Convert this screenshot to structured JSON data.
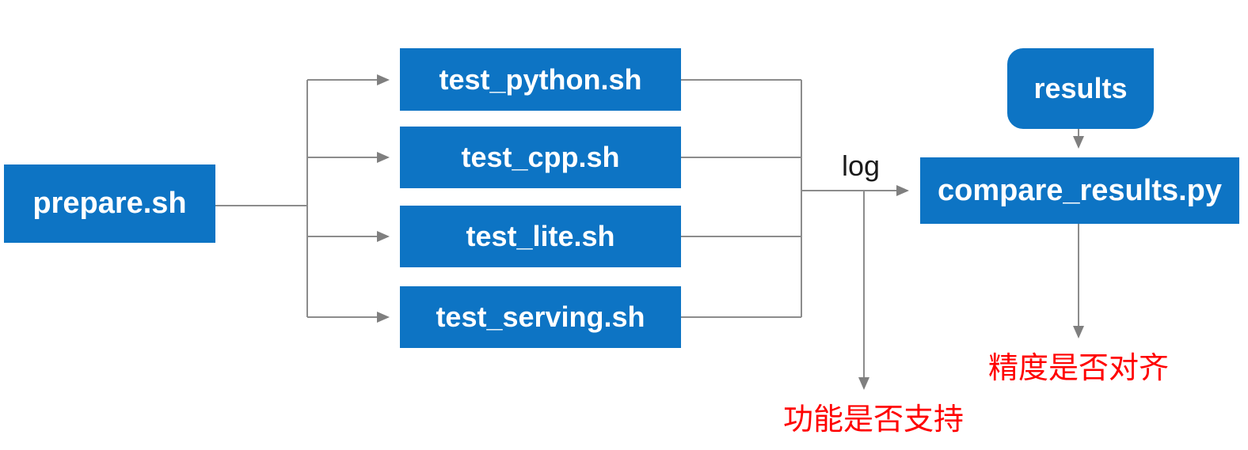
{
  "diagram": {
    "title": "test pipeline flowchart",
    "nodes": {
      "prepare": {
        "label": "prepare.sh",
        "shape": "rectangle"
      },
      "test_python": {
        "label": "test_python.sh",
        "shape": "rectangle"
      },
      "test_cpp": {
        "label": "test_cpp.sh",
        "shape": "rectangle"
      },
      "test_lite": {
        "label": "test_lite.sh",
        "shape": "rectangle"
      },
      "test_serving": {
        "label": "test_serving.sh",
        "shape": "rectangle"
      },
      "results": {
        "label": "results",
        "shape": "rounded-rectangle-square-top-right"
      },
      "compare_results": {
        "label": "compare_results.py",
        "shape": "rectangle"
      }
    },
    "labels": {
      "log": "log",
      "function_supported": "功能是否支持",
      "precision_aligned": "精度是否对齐"
    },
    "edges": [
      {
        "from": "prepare.sh",
        "to": "test_python.sh"
      },
      {
        "from": "prepare.sh",
        "to": "test_cpp.sh"
      },
      {
        "from": "prepare.sh",
        "to": "test_lite.sh"
      },
      {
        "from": "prepare.sh",
        "to": "test_serving.sh"
      },
      {
        "from": [
          "test_python.sh",
          "test_cpp.sh",
          "test_lite.sh",
          "test_serving.sh"
        ],
        "to": "compare_results.py",
        "label": "log"
      },
      {
        "from": "log",
        "to": "功能是否支持"
      },
      {
        "from": "results",
        "to": "compare_results.py"
      },
      {
        "from": "compare_results.py",
        "to": "精度是否对齐"
      }
    ],
    "colors": {
      "node_fill": "#0d74c4",
      "node_text": "#ffffff",
      "connector": "#8c8c8c",
      "arrowhead": "#7f7f7f",
      "edge_label_text": "#1a1a1a",
      "outcome_text": "#ff0000",
      "background": "#ffffff"
    }
  }
}
